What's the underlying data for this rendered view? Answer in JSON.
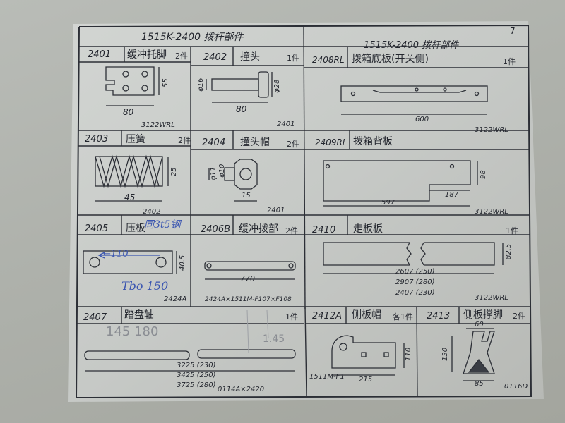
{
  "page_number": "7",
  "headers": {
    "left_title": "1515K-2400 拨杆部件",
    "right_title": "1515K-2400 拨杆部件"
  },
  "cells": [
    {
      "code": "2401",
      "name": "缓冲托脚",
      "qty": "2件",
      "dims": [
        "55",
        "80"
      ],
      "footer": "3122WRL"
    },
    {
      "code": "2402",
      "name": "撞头",
      "qty": "1件",
      "dims": [
        "φ16",
        "φ28",
        "80"
      ],
      "footer": "2401"
    },
    {
      "code": "2408RL",
      "name": "拨箱底板(开关侧)",
      "qty": "1件",
      "dims": [
        "600"
      ],
      "footer": "3122WRL"
    },
    {
      "code": "2403",
      "name": "压簧",
      "qty": "2件",
      "dims": [
        "25",
        "45"
      ],
      "footer": "2402"
    },
    {
      "code": "2404",
      "name": "撞头帽",
      "qty": "2件",
      "dims": [
        "φ11",
        "φ10",
        "15"
      ],
      "footer": "2401"
    },
    {
      "code": "2409RL",
      "name": "拨箱背板",
      "qty": "",
      "dims": [
        "98",
        "187",
        "597"
      ],
      "footer": "3122WRL"
    },
    {
      "code": "2405",
      "name": "压板",
      "qty": "",
      "dims": [
        "110",
        "40.5"
      ],
      "footer": "2424A"
    },
    {
      "code": "2406B",
      "name": "缓冲拨部",
      "qty": "2件",
      "dims": [
        "770"
      ],
      "footer": "2424A×1511M-F107×F108"
    },
    {
      "code": "2410",
      "name": "走板板",
      "qty": "1件",
      "dims": [
        "82.5",
        "2607 (250)",
        "2907 (280)",
        "2407 (230)"
      ],
      "footer": "3122WRL"
    },
    {
      "code": "2407",
      "name": "踏盘轴",
      "qty": "1件",
      "dims": [
        "3225 (230)",
        "3425 (250)",
        "3725 (280)"
      ],
      "footer": "0114A×2420"
    },
    {
      "code": "2412A",
      "name": "侧板帽",
      "qty": "各1件",
      "dims": [
        "110",
        "215"
      ],
      "footer": "1511M-F1"
    },
    {
      "code": "2413",
      "name": "侧板撑脚",
      "qty": "2件",
      "dims": [
        "60",
        "130",
        "85"
      ],
      "footer": "0116D"
    }
  ],
  "annotations": {
    "pen_name": "同3t5钢",
    "pen_arrow": "←110",
    "pen_bottom": "Tbo 150",
    "pencil_note": "145 180",
    "pencil_note2": "1.45"
  },
  "colors": {
    "paper": "#c9ccc8",
    "ink": "#23262e",
    "pen": "#3a55b0"
  }
}
